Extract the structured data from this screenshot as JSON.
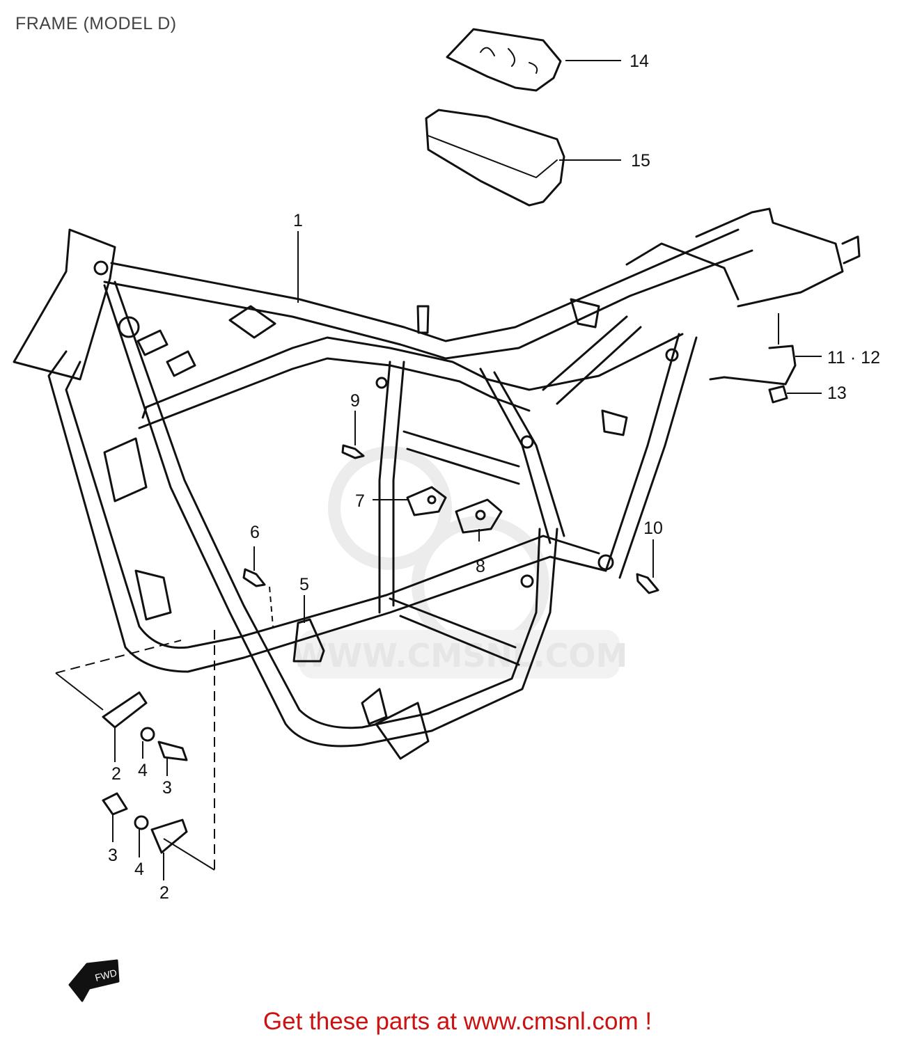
{
  "title": "FRAME (MODEL D)",
  "callouts": {
    "c1": "1",
    "c2a": "2",
    "c2b": "2",
    "c3a": "3",
    "c3b": "3",
    "c4a": "4",
    "c4b": "4",
    "c5": "5",
    "c6": "6",
    "c7": "7",
    "c8": "8",
    "c9": "9",
    "c10": "10",
    "c11_12": "11 · 12",
    "c13": "13",
    "c14": "14",
    "c15": "15"
  },
  "fwd_label": "FWD",
  "watermark": "WWW.CMSNL.COM",
  "promo": "Get these parts at www.cmsnl.com !"
}
